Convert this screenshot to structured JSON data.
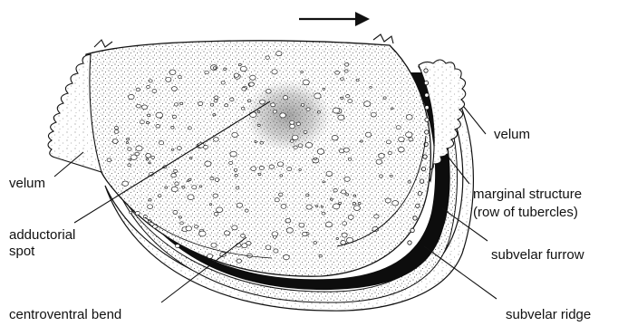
{
  "diagram": {
    "colors": {
      "ink": "#111111",
      "paper": "#ffffff",
      "band": "#0d0d0d"
    },
    "direction_arrow": {
      "icon": "arrow-right-icon"
    },
    "labels": {
      "velum_right": "velum",
      "velum_left": "velum",
      "marginal_structure_line1": "marginal structure",
      "marginal_structure_line2": "(row of tubercles)",
      "adductorial_line1": "adductorial",
      "adductorial_line2": "spot",
      "subvelar_furrow": "subvelar furrow",
      "centroventral_bend": "centroventral bend",
      "subvelar_ridge": "subvelar ridge"
    }
  }
}
